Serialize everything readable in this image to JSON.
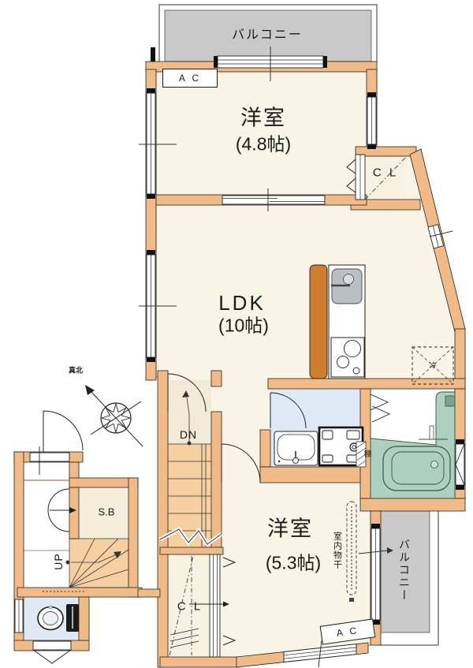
{
  "floorplan": {
    "balconies": {
      "top": "バルコニー",
      "right": "バルコニー"
    },
    "rooms": {
      "western_room_1": {
        "name": "洋室",
        "size": "(4.8帖)"
      },
      "ldk": {
        "name": "LDK",
        "size": "(10帖)"
      },
      "western_room_2": {
        "name": "洋室",
        "size": "(5.3帖)"
      }
    },
    "closets": {
      "top": "C L",
      "bottom": "C L",
      "shoe_box": "S.B"
    },
    "labels": {
      "ac_top": "A C",
      "ac_bottom": "A C",
      "shelf": "棚",
      "refrigerator": "冷",
      "indoor_laundry": "室内物干",
      "stairs_down": "DN",
      "stairs_up": "UP",
      "true_north": "真北"
    },
    "colors": {
      "wall": "#f0bb86",
      "floor": "#faf4e6",
      "balcony": "#c9c9c9",
      "wet_floor": "#dfe9f5",
      "bath_green": "#aed0c0",
      "stairs": "#f7d0a2",
      "kitchen_counter_side": "#cd7d2e"
    }
  }
}
